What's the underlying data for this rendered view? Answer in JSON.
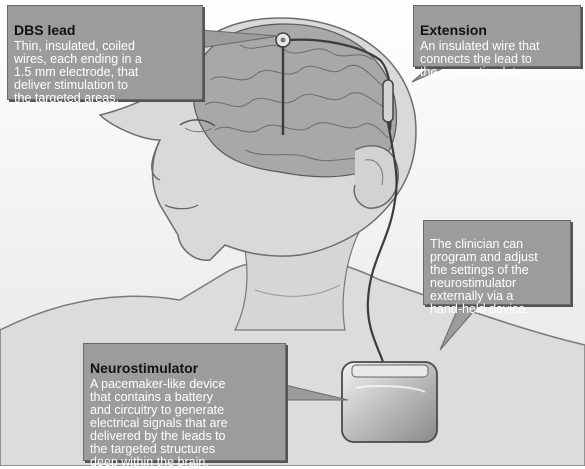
{
  "callouts": {
    "dbs_lead": {
      "title": "DBS lead",
      "body": "Thin, insulated, coiled\nwires, each ending in a\n1.5 mm electrode, that\ndeliver stimulation to\nthe targeted areas."
    },
    "extension": {
      "title": "Extension",
      "body": "An insulated wire that\nconnects the lead to\nthe neurostimulator."
    },
    "clinician": {
      "body": "The clinician can\nprogram and adjust\nthe settings of the\nneurostimulator\nexternally via a\nhand-held device."
    },
    "neurostimulator": {
      "title": "Neurostimulator",
      "body": "A pacemaker-like device\nthat contains a battery\nand circuitry to generate\nelectrical signals that are\ndelivered by the leads to\nthe targeted structures\ndeep within the brain."
    }
  },
  "colors": {
    "callout_fill": "#9c9c9c",
    "skin": "#d8d8d8",
    "brain": "#a9a9a9",
    "device": "#c9c9c9"
  }
}
